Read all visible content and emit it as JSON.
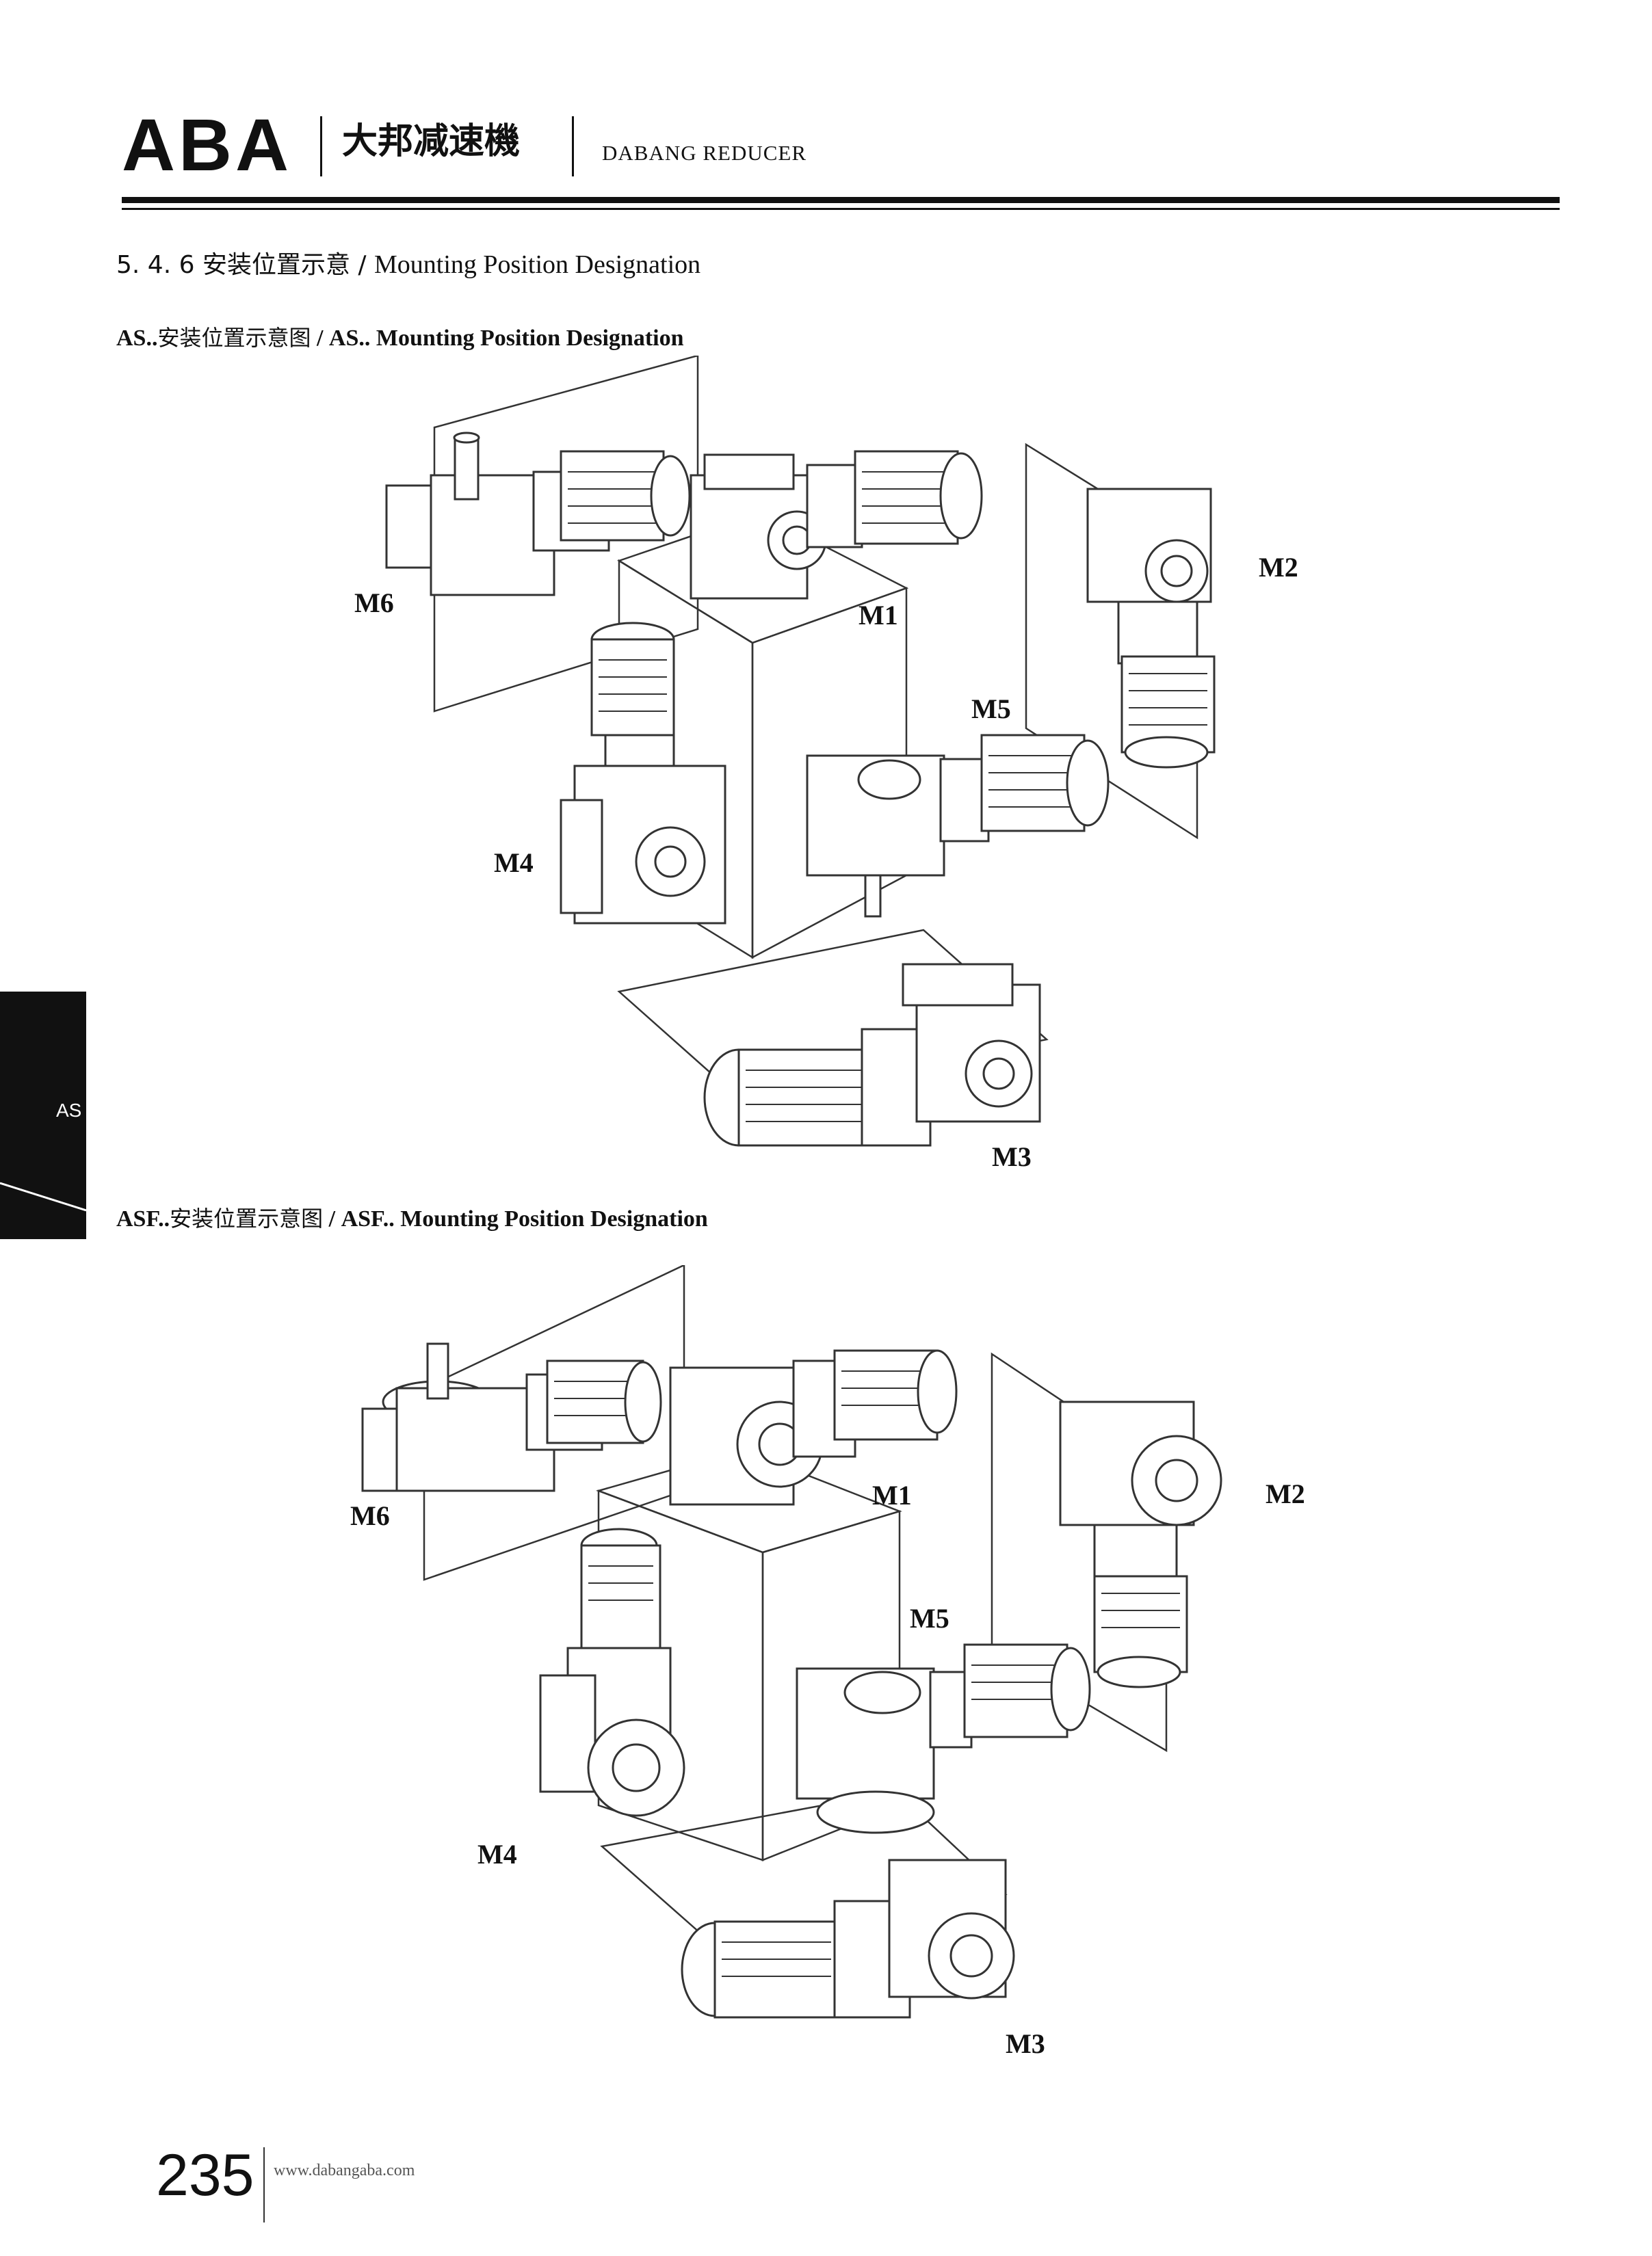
{
  "header": {
    "brand": "ABA",
    "brand_cn": "大邦减速機",
    "brand_en": "DABANG REDUCER"
  },
  "section": {
    "number": "5. 4. 6",
    "title_cn": "安装位置示意",
    "separator": "/",
    "title_en": "Mounting Position Designation"
  },
  "side_tab": {
    "label": "AS"
  },
  "diagrams": [
    {
      "heading_prefix": "AS..",
      "heading_cn": "安装位置示意图",
      "heading_en": "/ AS.. Mounting Position Designation",
      "positions": [
        "M6",
        "M1",
        "M2",
        "M5",
        "M4",
        "M3"
      ]
    },
    {
      "heading_prefix": "ASF..",
      "heading_cn": "安装位置示意图",
      "heading_en": "/ ASF.. Mounting Position Designation",
      "positions": [
        "M6",
        "M1",
        "M2",
        "M5",
        "M4",
        "M3"
      ]
    }
  ],
  "footer": {
    "page_number": "235",
    "website": "www.dabangaba.com"
  }
}
